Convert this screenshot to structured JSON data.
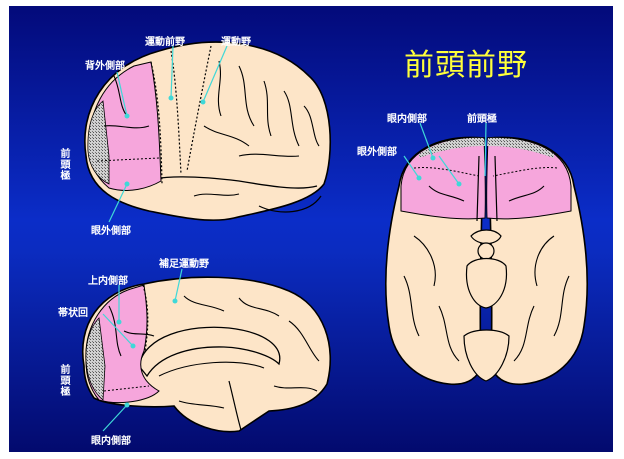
{
  "title": "前頭前野",
  "lateral": {
    "dorsolateral": "背外側部",
    "premotor": "運動前野",
    "motor": "運動野",
    "pole": "前頭極",
    "orbitolateral": "眼外側部"
  },
  "medial": {
    "supplementary_motor": "補足運動野",
    "superior_medial": "上内側部",
    "cingulate": "帯状回",
    "pole": "前頭極",
    "orbitomedial": "眼内側部"
  },
  "ventral": {
    "orbitomedial": "眼内側部",
    "pole": "前頭極",
    "orbitolateral": "眼外側部"
  },
  "colors": {
    "brain": "#fde5c8",
    "prefrontal": "#f6a6dc",
    "pole_hatch": "#b9b9b9",
    "leader": "#3fd8d8",
    "title": "#ffff3a"
  }
}
